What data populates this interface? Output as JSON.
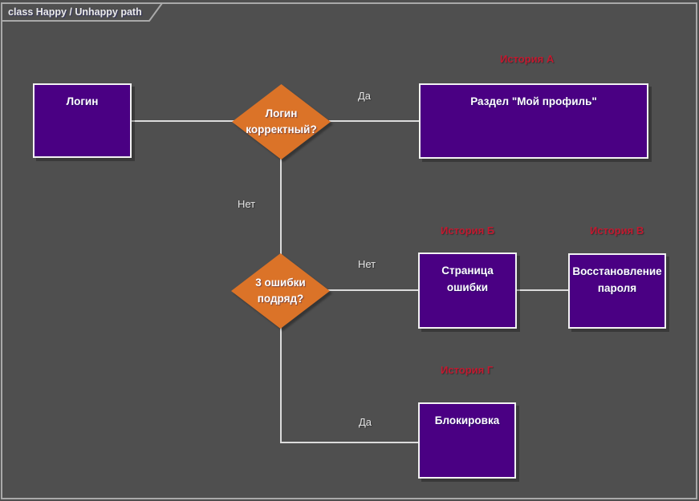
{
  "frame": {
    "title": "class Happy / Unhappy path"
  },
  "colors": {
    "background": "#4F4F4F",
    "frame_border": "#A9A9A9",
    "node_fill": "#4A0083",
    "node_border": "#F2F2F2",
    "decision_fill": "#DB7328",
    "connector": "#DCDCDC",
    "story_text": "#C11A30",
    "node_text": "#FFFFFF",
    "edge_label_text": "#E3E3E3"
  },
  "nodes": [
    {
      "id": "login",
      "label": "Логин"
    },
    {
      "id": "profile",
      "label": "Раздел \"Мой профиль\""
    },
    {
      "id": "error-page",
      "label": "Страница ошибки"
    },
    {
      "id": "password-recovery",
      "label": "Восстановление пароля",
      "line1": "Восстановление",
      "line2": "пароля"
    },
    {
      "id": "block",
      "label": "Блокировка"
    }
  ],
  "decisions": [
    {
      "id": "login-correct",
      "label": "Логин корректный?",
      "line1": "Логин",
      "line2": "корректный?"
    },
    {
      "id": "three-errors",
      "label": "3 ошибки подряд?",
      "line1": "3 ошибки",
      "line2": "подряд?"
    }
  ],
  "story_labels": [
    {
      "id": "story-a",
      "label": "История А"
    },
    {
      "id": "story-b",
      "label": "История Б"
    },
    {
      "id": "story-v",
      "label": "История В"
    },
    {
      "id": "story-g",
      "label": "История Г"
    }
  ],
  "edge_labels": [
    {
      "id": "yes-1",
      "label": "Да"
    },
    {
      "id": "no-1",
      "label": "Нет"
    },
    {
      "id": "no-2",
      "label": "Нет"
    },
    {
      "id": "yes-2",
      "label": "Да"
    }
  ]
}
